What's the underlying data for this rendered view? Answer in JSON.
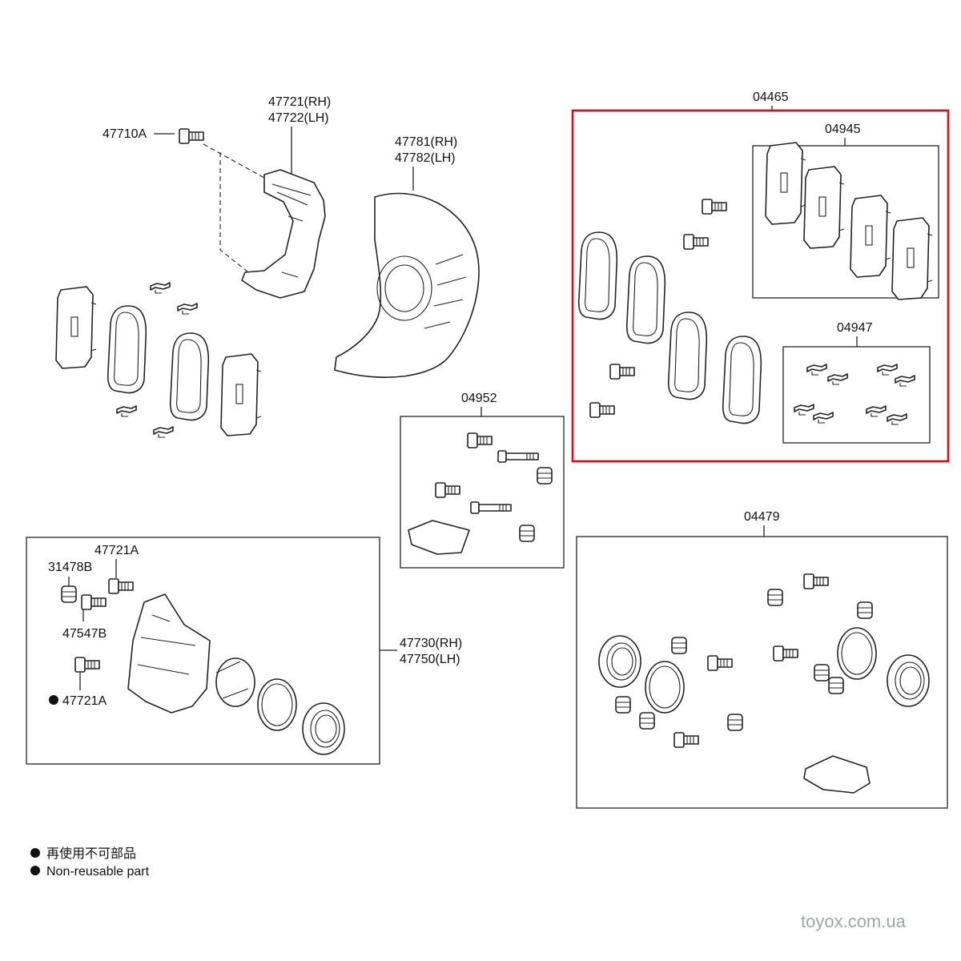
{
  "labels": {
    "p47710A": "47710A",
    "p47721": "47721(RH)",
    "p47722": "47722(LH)",
    "p47781": "47781(RH)",
    "p47782": "47782(LH)",
    "p04465": "04465",
    "p04945": "04945",
    "p04947": "04947",
    "p04952": "04952",
    "p04479": "04479",
    "p47721A_top": "47721A",
    "p31478B": "31478B",
    "p47547B": "47547B",
    "p47721A_bottom": "47721A",
    "p47730": "47730(RH)",
    "p47750": "47750(LH)"
  },
  "legend": {
    "line_cn": "再使用不可部品",
    "line_en": "Non-reusable part"
  },
  "watermark": "toyox.com.ua",
  "colors": {
    "highlight": "#e30613",
    "line": "#222222"
  },
  "icons": {
    "bullet": "filled-circle",
    "non_reusable_marker": "filled-circle"
  }
}
